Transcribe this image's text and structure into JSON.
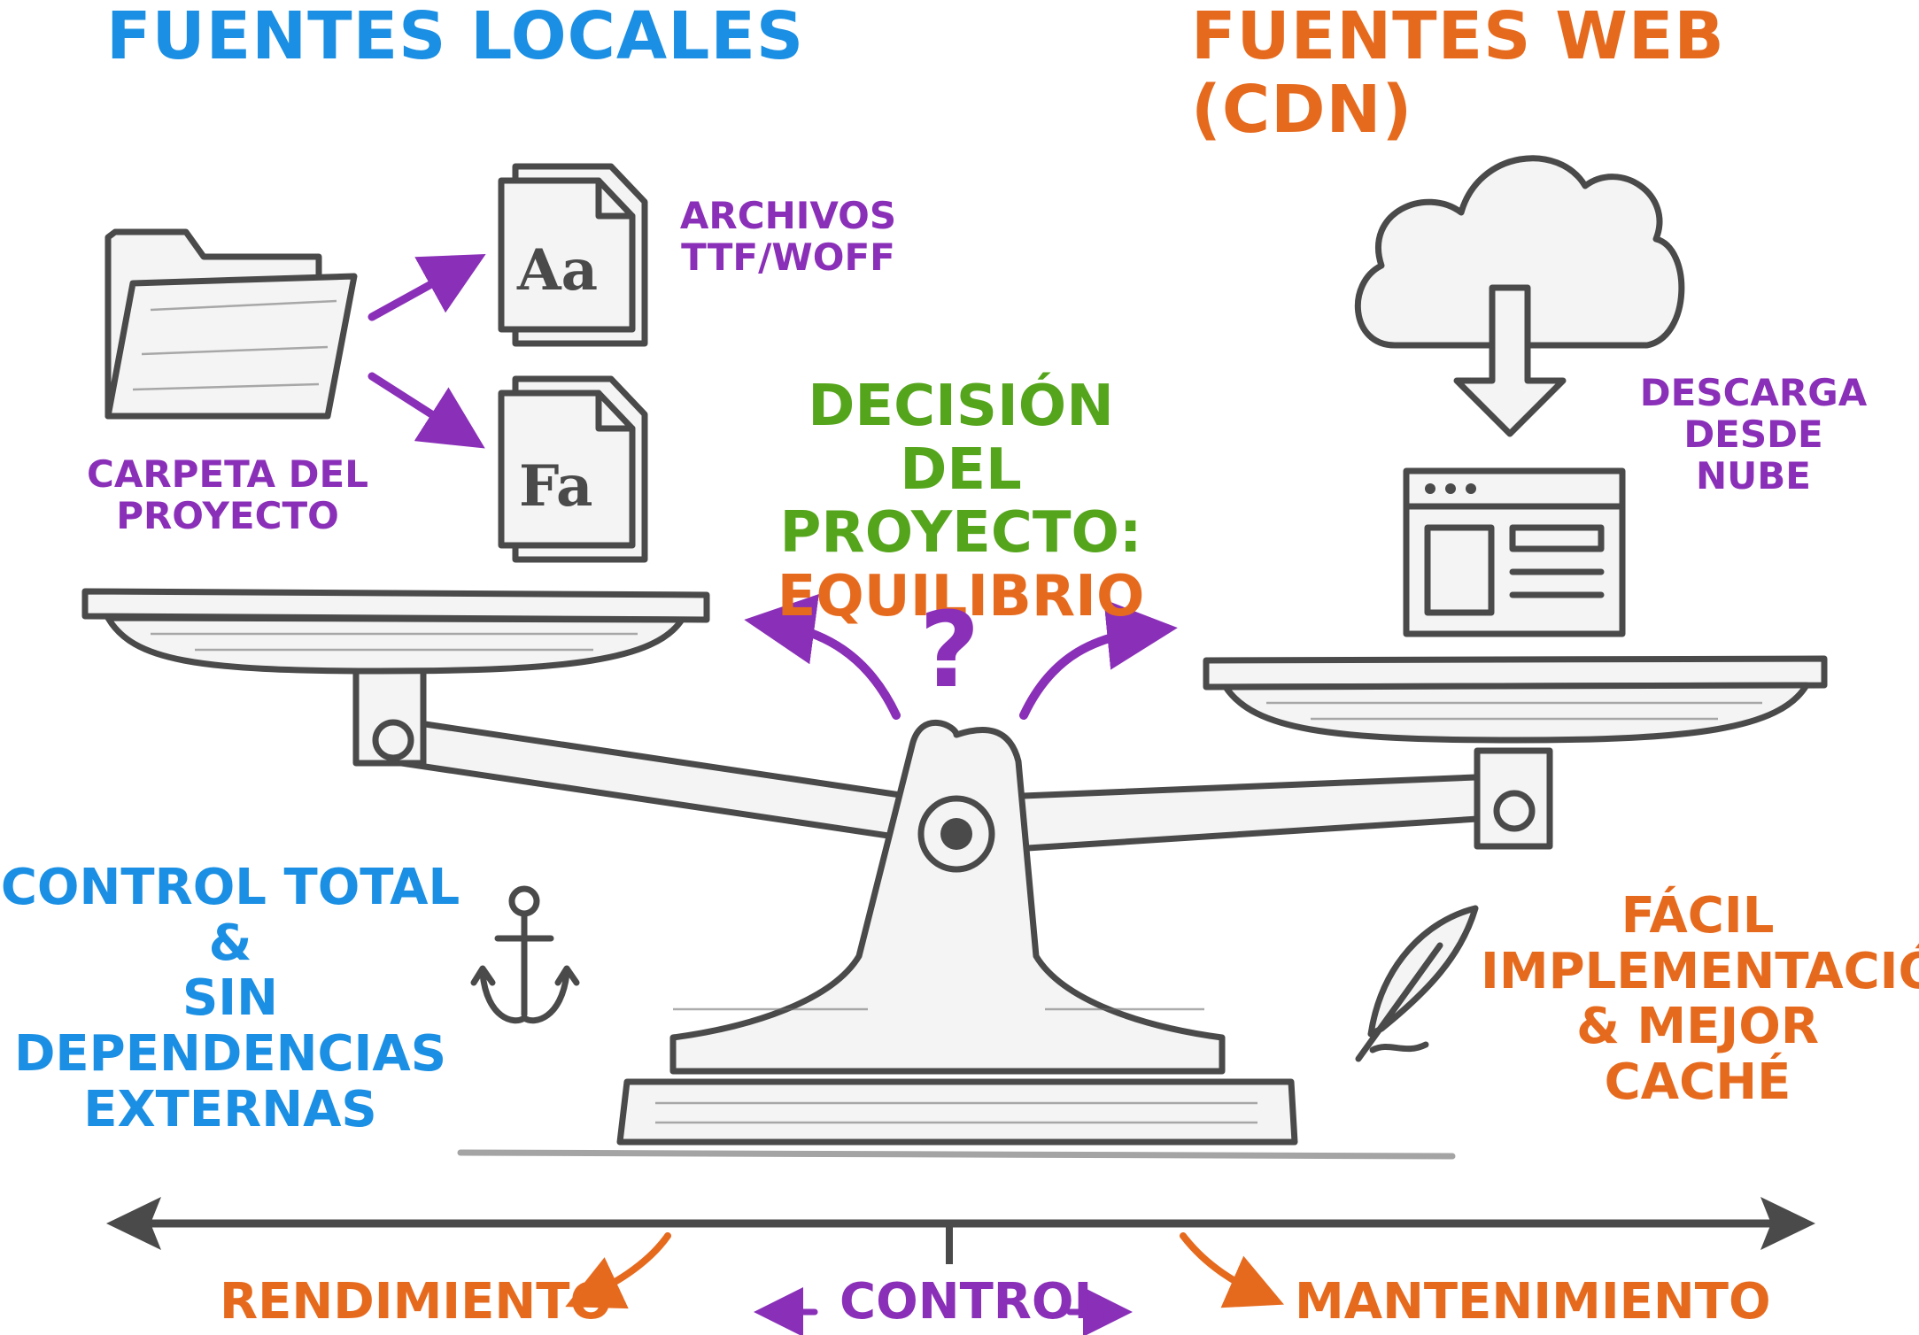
{
  "titles": {
    "local": "FUENTES LOCALES",
    "web": "FUENTES WEB (CDN)"
  },
  "left": {
    "folder_label": "CARPETA DEL\nPROYECTO",
    "files_label": "ARCHIVOS\nTTF/WOFF",
    "file_a_glyph": "Aa",
    "file_b_glyph": "Fa",
    "benefit": "CONTROL TOTAL &\nSIN DEPENDENCIAS\nEXTERNAS"
  },
  "right": {
    "download_label": "DESCARGA\nDESDE NUBE",
    "benefit": "FÁCIL\nIMPLEMENTACIÓN\n& MEJOR CACHÉ"
  },
  "center": {
    "decision_line1": "DECISIÓN DEL",
    "decision_line2": "PROYECTO:",
    "decision_line3": "EQUILIBRIO",
    "question_mark": "?"
  },
  "axis": {
    "left_label": "RENDIMIENTO",
    "center_label": "CONTROL",
    "right_label": "MANTENIMIENTO"
  },
  "colors": {
    "local": "#1a8fe3",
    "web": "#e66a1e",
    "annotation": "#8a2fb8",
    "decision": "#55a51c",
    "sketch": "#4a4a4a"
  },
  "icons": [
    "folder-icon",
    "font-file-icon",
    "cloud-download-icon",
    "browser-window-icon",
    "anchor-icon",
    "quill-icon",
    "question-icon",
    "balance-scale-icon"
  ]
}
